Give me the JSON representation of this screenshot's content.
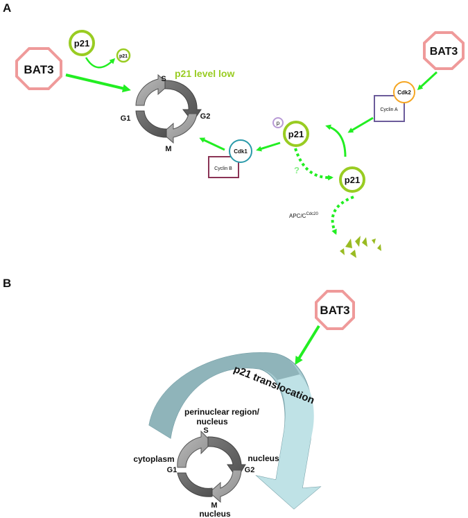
{
  "panel_a": {
    "letter": "A",
    "bat3_left": "BAT3",
    "bat3_right": "BAT3",
    "p21_source": "p21",
    "p21_small": "p21",
    "p21_level": "p21 level low",
    "cycle": {
      "s": "S",
      "g2": "G2",
      "m": "M",
      "g1": "G1"
    },
    "cdk2": "Cdk2",
    "cyclin_a": "Cyclin A",
    "cdk1": "Cdk1",
    "cyclin_b": "Cyclin B",
    "p21_phos": "p21",
    "phospho": "p",
    "p21_free": "p21",
    "question": "?",
    "apc_main": "APC/C",
    "apc_sup": "Cdc20"
  },
  "panel_b": {
    "letter": "B",
    "bat3": "BAT3",
    "translocation": "p21 translocation",
    "perinuclear_line1": "perinuclear region/",
    "perinuclear_line2": "nucleus",
    "cycle": {
      "s": "S",
      "g2": "G2",
      "m": "M",
      "g1": "G1"
    },
    "cytoplasm": "cytoplasm",
    "nucleus_right": "nucleus",
    "nucleus_bottom": "nucleus"
  },
  "colors": {
    "arrow_green": "#22ee22",
    "p21_green": "#99cc22",
    "bat3_red": "#ef9a9a",
    "cdk2_orange": "#f5a623",
    "cyclin_a_purple": "#6b5b9a",
    "cdk1_teal": "#2a9aaa",
    "cyclin_b_maroon": "#8a3355",
    "translocation_dark": "#8fb4ba",
    "translocation_light": "#bfe2e6"
  }
}
